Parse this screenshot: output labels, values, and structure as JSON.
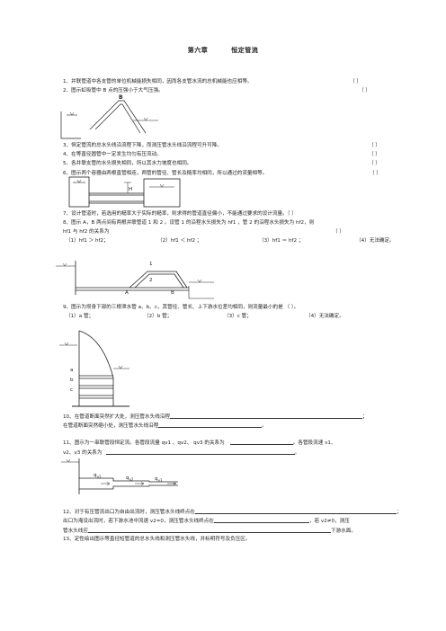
{
  "title": {
    "chapter": "第六章",
    "topic": "恒定管流"
  },
  "q1": "1、并联管道中各支管的单位机械能损失相同，因而各支管水流的总机械能也应相等。",
  "q2": "2、图示虹吸管中 B 点的压强小于大气压强。",
  "q3": "3、恒定管流的总水头线沿流程下降，而测压管水头线沿流程可升可降。",
  "q4": "4、在等直径圆管中一定发生均匀有压流动。",
  "q5": "5、各并联支管的水头损失相同，所以其水力坡度也相同。",
  "q6": "6、图示两个容器由两根直管相连，两管的管径、管长及糙率均相同，所以通过的流量相等。",
  "q7": "7、设计管道时，若选用的糙率大于实际的糙率，则求得的管道直径偏小，不能通过要求的设计流量。（     ）",
  "q8": {
    "stem": "8、图示 A，B 两点间有两根并联管道 1 和 2 。设管 1 的沿程水头损失为 hf1 ，管 2 的沿程水头损失为 hf2，则",
    "stem2": "hf1 与 hf2 的关系为",
    "opt1": "（1）hf1 ＞ hf2；",
    "opt2": "（2）hf1 ＜ hf2   ；",
    "opt3": "（3）hf1 ＝ hf2 ；",
    "opt4": "（4）无法确定。"
  },
  "q9": {
    "stem": "9、图示为坝身下部的三根泄水管 a、b、c，其管径、管长、上下游水位差均相同，则流量最小的是  （        ）。",
    "opt1": "（1）a 管；",
    "opt2": "（2）b 管；",
    "opt3": "（3）c 管；",
    "opt4": "（4）无法确定。"
  },
  "q10": {
    "l1": "10、在管道断面突然扩大处，测压管水头线沿程",
    "l2": "在管道断面突然缩小处，测压管水头线沿程",
    "end1": "；",
    "end2": "。"
  },
  "q11": {
    "l1a": "11、图示为一串联管段恒定流。各管段流量 qv1 、qv2、  qv3 的关系为",
    "l1b": "。各管段流速 v1、",
    "l2a": "v2、v3    的关系为",
    "l2b": "。"
  },
  "q12": {
    "l1": "12、对于有压管流出口为自由出流时，测压管水头线终点在",
    "l2": "出口为淹没出流时，若下游水池中流速 v2=0，测压管水头线终点在",
    "l2b": "，若 v2≠0，测压",
    "l3a": "管水头线应",
    "l3b": "下游水面。",
    "end1": "；"
  },
  "q13": "13、定性绘出图示等直径短管道的总水头线和测压管水头线，并标明符号及负压区。",
  "paren": "（     ）",
  "fig_labels": {
    "b": "B",
    "h": "H",
    "one": "1",
    "two": "2",
    "a_pt": "A",
    "b_pt": "B",
    "la": "a",
    "lb": "b",
    "lc": "c",
    "q1": "q",
    "q1s": "v1",
    "q2": "q",
    "q2s": "v2",
    "q3": "q",
    "q3s": "v3"
  }
}
